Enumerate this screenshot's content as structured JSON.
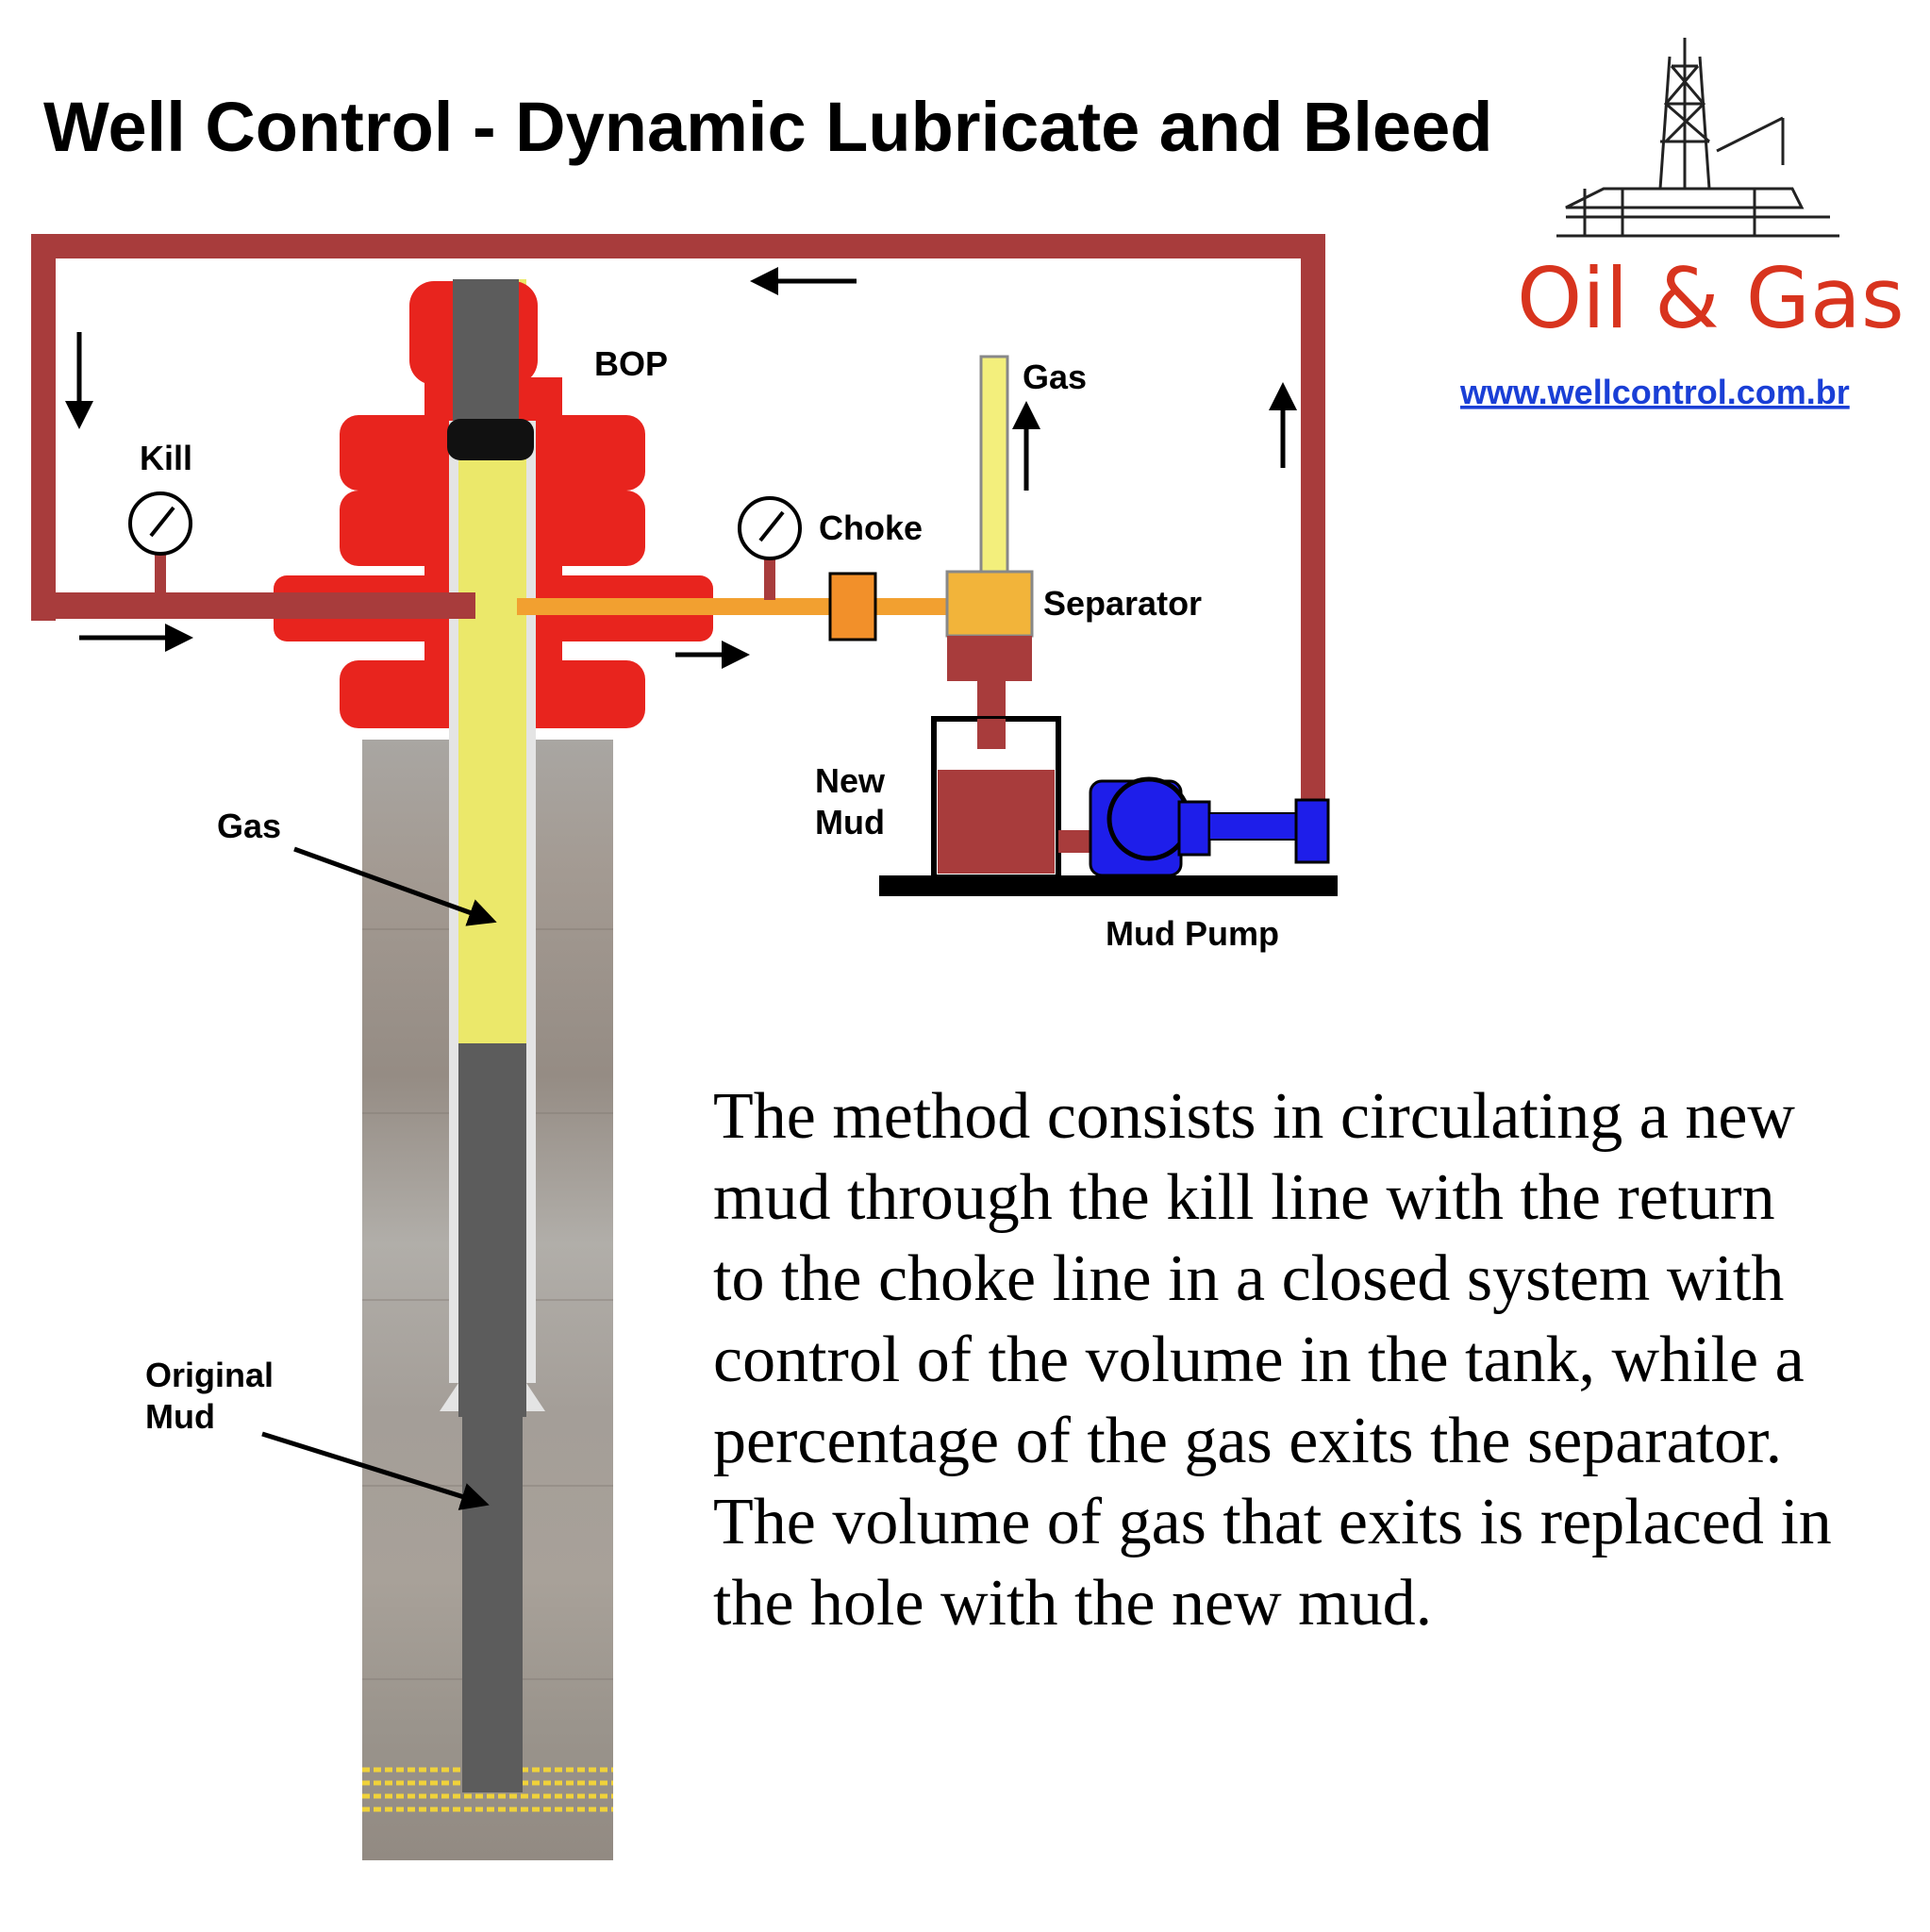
{
  "title": "Well Control - Dynamic Lubricate and Bleed",
  "brand": {
    "name": "Oil & Gas",
    "website": "www.wellcontrol.com.br"
  },
  "labels": {
    "bop": "BOP",
    "kill": "Kill",
    "choke": "Choke",
    "gas_vent": "Gas",
    "separator": "Separator",
    "new_mud_1": "New",
    "new_mud_2": "Mud",
    "mud_pump": "Mud Pump",
    "gas_in_well": "Gas",
    "original_mud_1": "Original",
    "original_mud_2": "Mud"
  },
  "description": [
    "The method consists in circulating a new",
    "mud through the kill line with the return",
    "to the choke line in a closed system with",
    "control of the volume in the tank, while a",
    "percentage of the gas exits the separator.",
    "The volume of gas that exits is replaced in",
    "the hole with the new mud."
  ],
  "colors": {
    "line": "#a83c3c",
    "bop": "#e8241e",
    "gas": "#ebe86a",
    "choke_flow": "#f2a030",
    "pump": "#1e1eea",
    "pipe": "#5c5c5c",
    "brand": "#d8341e",
    "link": "#1a3fd6"
  }
}
